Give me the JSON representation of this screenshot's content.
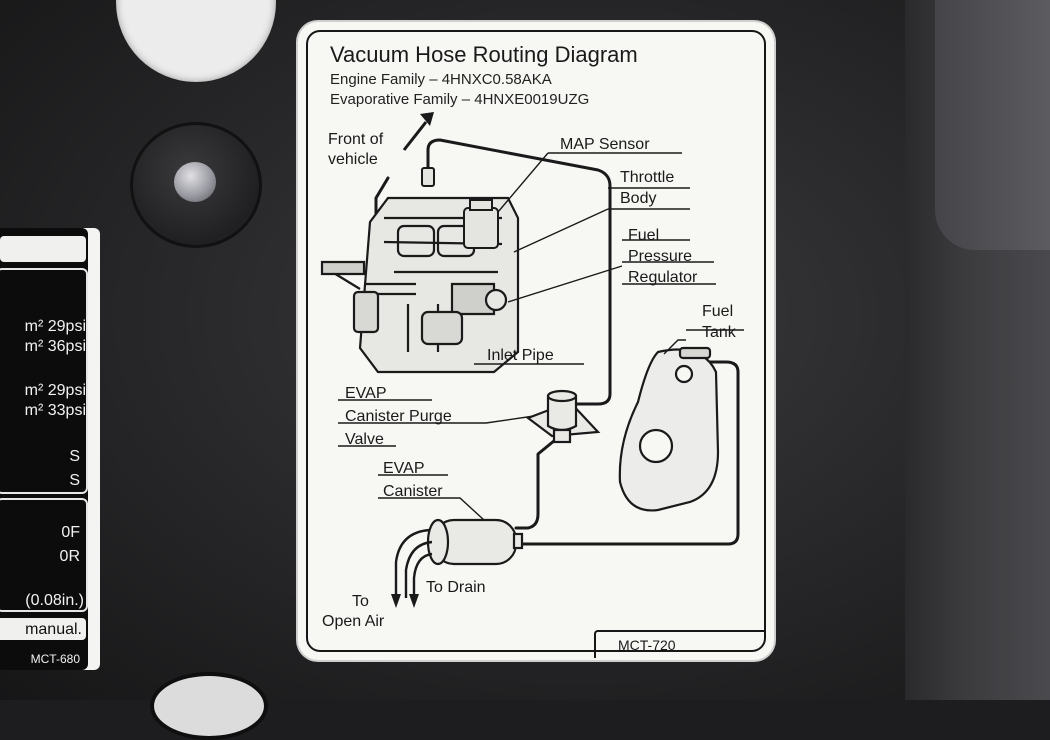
{
  "diagram": {
    "title": "Vacuum Hose Routing Diagram",
    "engine_family": "Engine Family – 4HNXC0.58AKA",
    "evap_family": "Evaporative Family – 4HNXE0019UZG",
    "front_of_vehicle": [
      "Front of",
      "vehicle"
    ],
    "map_sensor": "MAP Sensor",
    "throttle_body": [
      "Throttle",
      "Body"
    ],
    "fuel_pressure_regulator": [
      "Fuel",
      "Pressure",
      "Regulator"
    ],
    "fuel_tank": [
      "Fuel",
      "Tank"
    ],
    "inlet_pipe": "Inlet Pipe",
    "evap_purge_valve": [
      "EVAP",
      "Canister Purge",
      "Valve"
    ],
    "evap_canister": [
      "EVAP",
      "Canister"
    ],
    "to_drain": "To Drain",
    "to_open_air": [
      "To",
      "Open Air"
    ],
    "label_code": "MCT-720"
  },
  "left_label": {
    "rows_a": [
      "m² 29psi",
      "m² 36psi"
    ],
    "rows_b": [
      "m² 29psi",
      "m² 33psi"
    ],
    "rows_c": [
      "S",
      "S"
    ],
    "rows_d": [
      "0F",
      "0R"
    ],
    "measure": "(0.08in.)",
    "manual": "manual.",
    "code": "MCT-680"
  },
  "colors": {
    "panel": "#2a2a2c",
    "label_bg": "#f7f7f4",
    "ink": "#1a1a1a"
  }
}
